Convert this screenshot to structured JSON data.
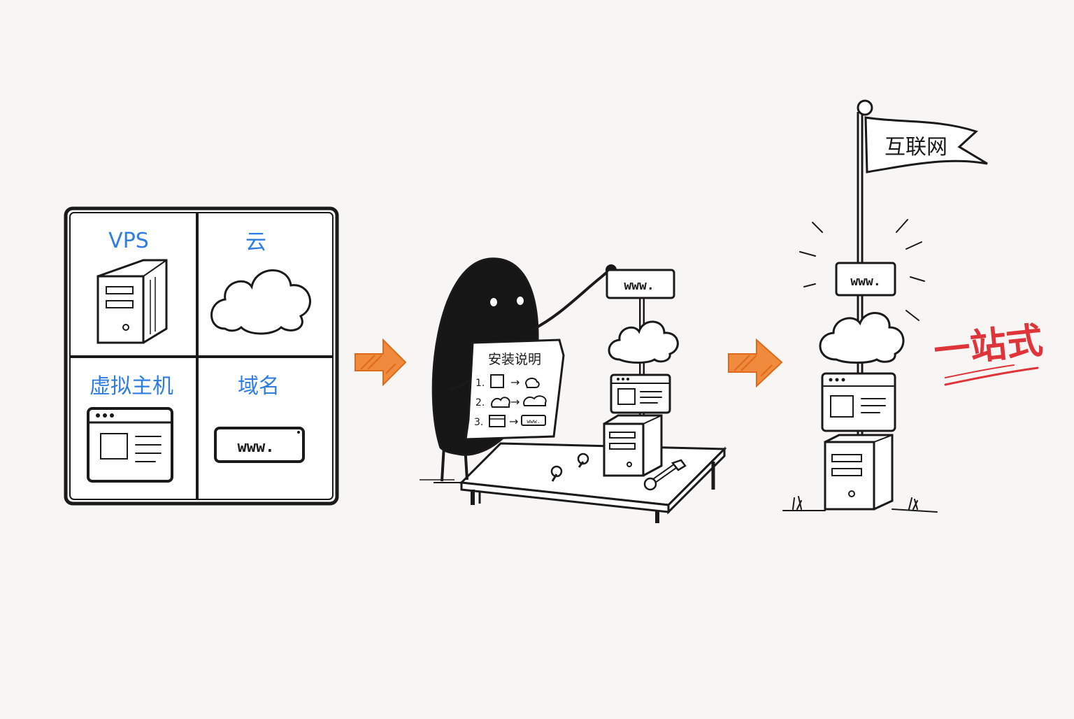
{
  "colors": {
    "background": "#f7f6f4",
    "ink": "#1a1a1a",
    "label_blue": "#2f7de1",
    "arrow_orange": "#f08a3c",
    "slogan_red": "#e0343b"
  },
  "grid_panel": {
    "cells": [
      {
        "label": "VPS",
        "icon": "server-tower-icon"
      },
      {
        "label": "云",
        "icon": "cloud-icon"
      },
      {
        "label": "虚拟主机",
        "icon": "browser-window-icon"
      },
      {
        "label": "域名",
        "icon": "domain-plate-icon"
      }
    ],
    "domain_plate_text": "www."
  },
  "assembly": {
    "manual_title": "安装说明",
    "steps": [
      {
        "num": "1.",
        "target": ""
      },
      {
        "num": "2.",
        "target": ""
      },
      {
        "num": "3.",
        "target": "www."
      }
    ],
    "stack_top_text": "www."
  },
  "result": {
    "flag_text": "互联网",
    "stack_top_text": "www.",
    "slogan": "一站式"
  }
}
